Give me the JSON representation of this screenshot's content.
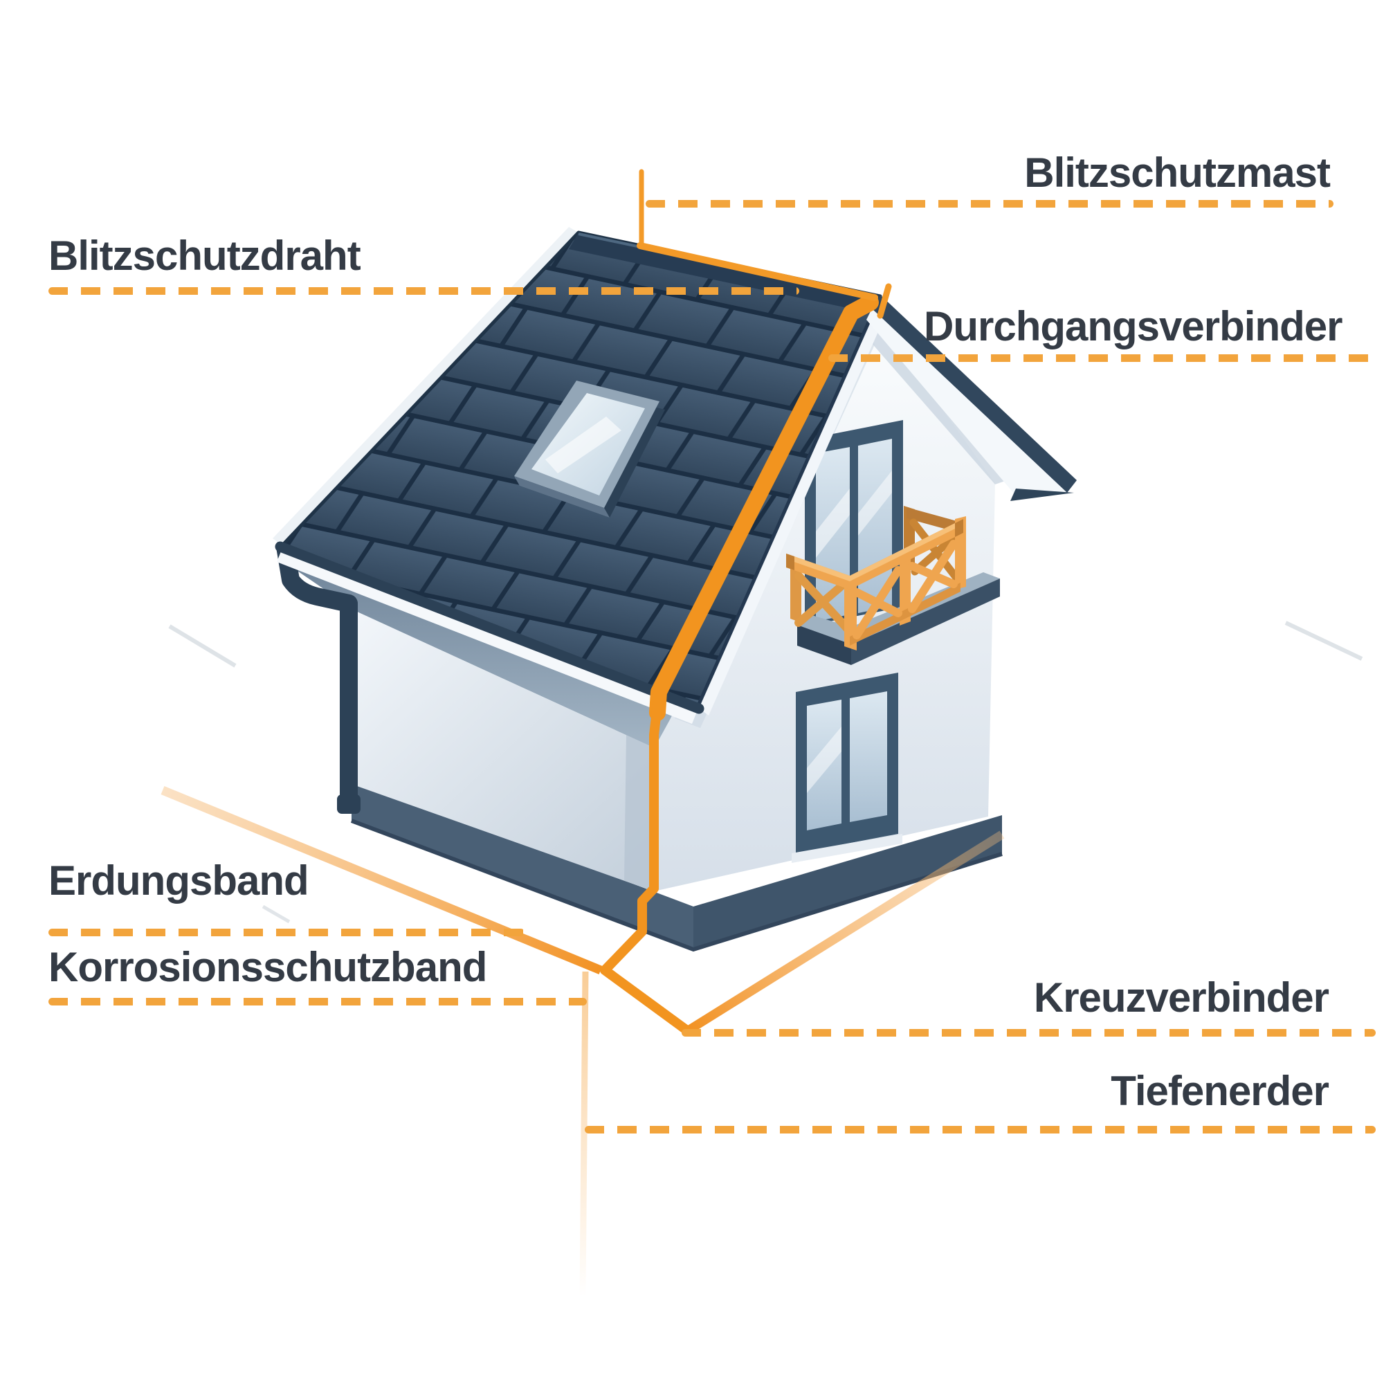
{
  "diagram": {
    "type": "lightning-protection-house-diagram",
    "language": "de"
  },
  "labels": {
    "blitzschutzmast": "Blitzschutzmast",
    "blitzschutzdraht": "Blitzschutzdraht",
    "durchgangsverbinder": "Durchgangsverbinder",
    "erdungsband": "Erdungsband",
    "korrosionsschutzband": "Korrosionsschutzband",
    "kreuzverbinder": "Kreuzverbinder",
    "tiefenerder": "Tiefenerder"
  },
  "colors": {
    "background": "#FFFFFF",
    "label_text": "#343B45",
    "annotation_dash": "#F2A43C",
    "conductor_orange": "#F2941F",
    "ground_band_light": "#F6BE7E",
    "roof_tile": "#3C5269",
    "roof_gap": "#1C2F44",
    "wall_light": "#EDF2F7",
    "foundation": "#4A6076",
    "balcony_wood": "#EFA54F",
    "window_frame": "#3D5870"
  }
}
